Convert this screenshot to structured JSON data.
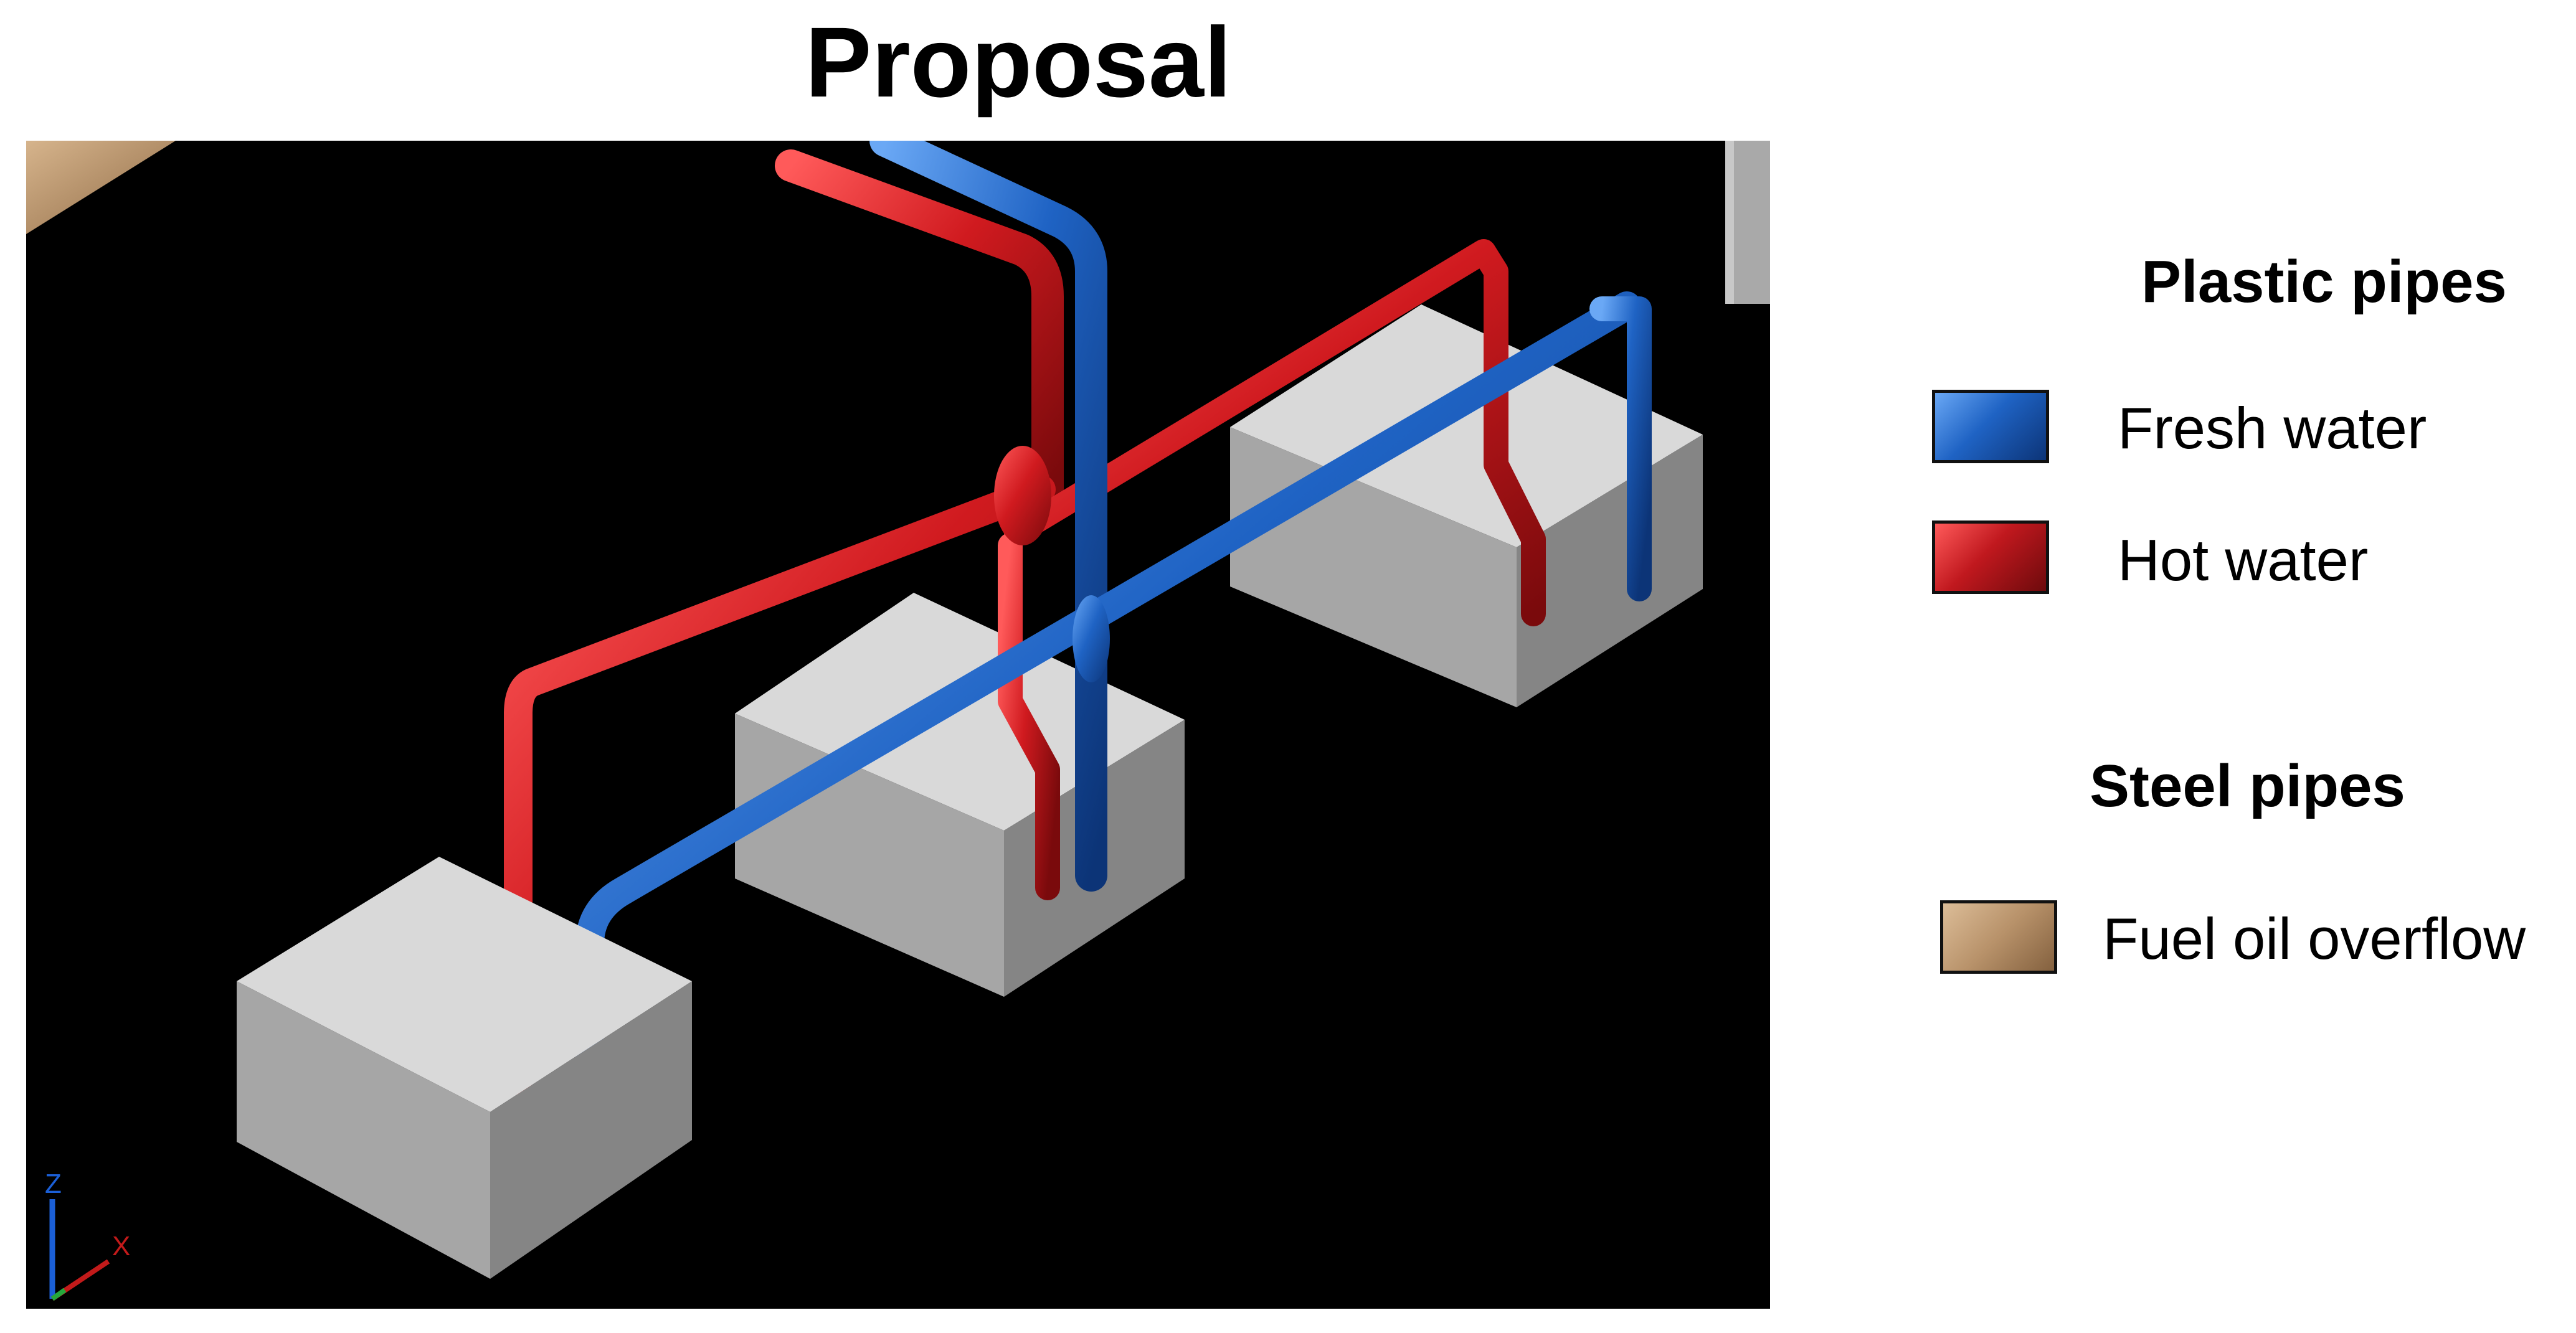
{
  "title": "Proposal",
  "legend": {
    "plastic_heading": "Plastic pipes",
    "steel_heading": "Steel pipes",
    "items": [
      {
        "label": "Fresh water",
        "color": "#1f63c4",
        "group": "plastic"
      },
      {
        "label": "Hot water",
        "color": "#c0181e",
        "group": "plastic"
      },
      {
        "label": "Fuel oil overflow",
        "color": "#b8926a",
        "group": "steel"
      }
    ]
  },
  "axis_indicator": {
    "z_label": "Z",
    "x_label": "X"
  }
}
